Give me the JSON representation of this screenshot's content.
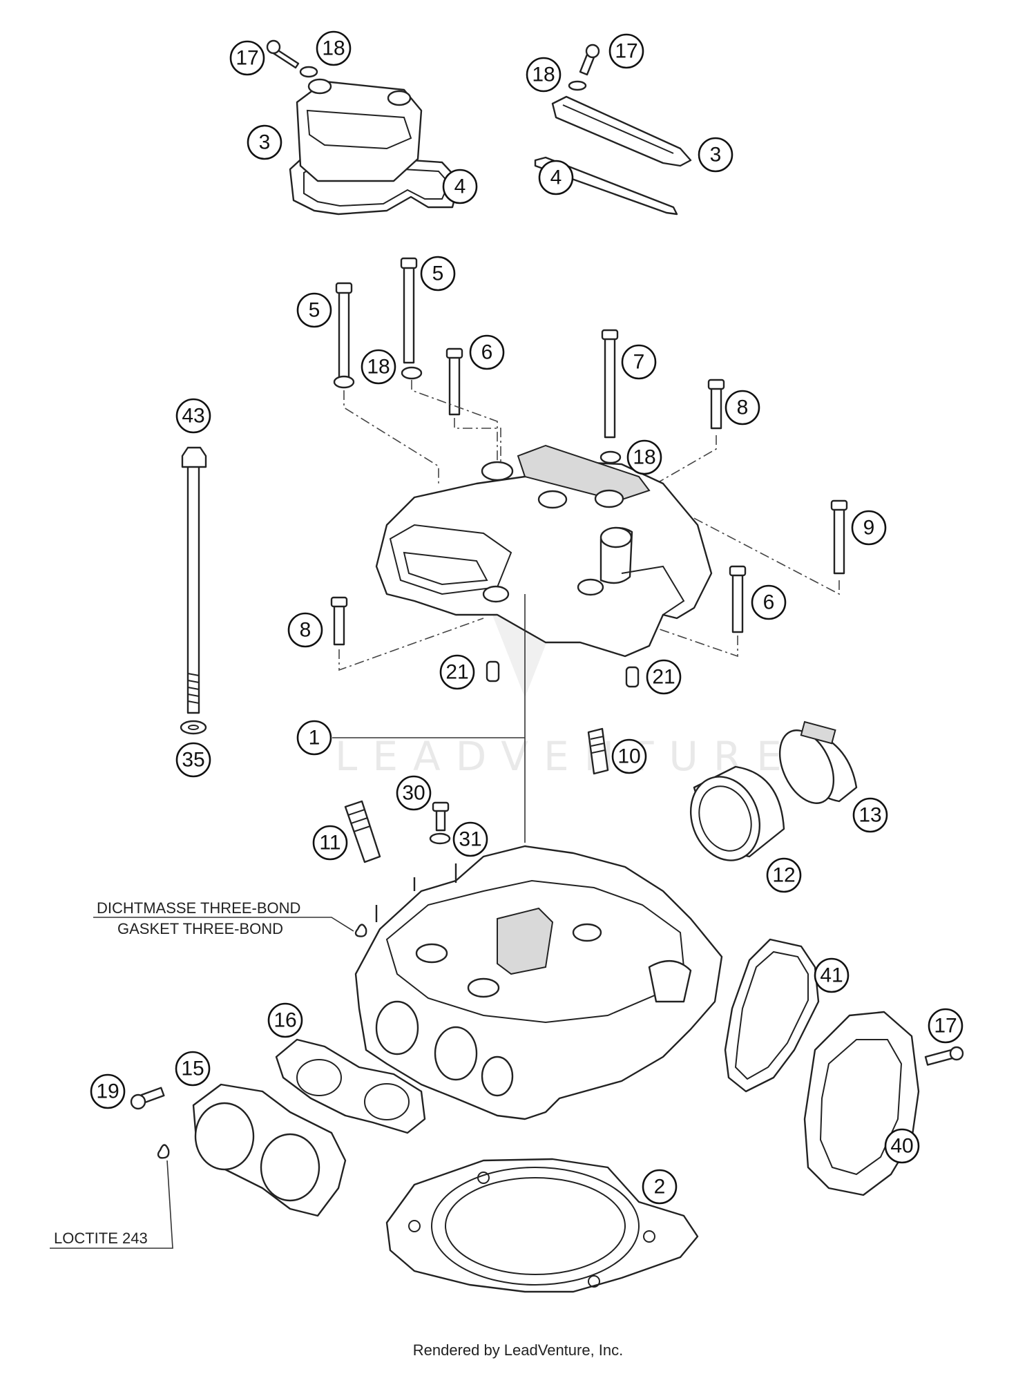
{
  "watermark": {
    "text": "LEADVENTURE"
  },
  "notes": {
    "sealant_de": "DICHTMASSE THREE-BOND",
    "sealant_en": "GASKET THREE-BOND",
    "loctite": "LOCTITE 243"
  },
  "footer": {
    "text": "Rendered by LeadVenture, Inc."
  },
  "callouts": {
    "c17a": "17",
    "c18a": "18",
    "c3a": "3",
    "c4a": "4",
    "c17b": "17",
    "c18b": "18",
    "c3b": "3",
    "c4b": "4",
    "c5a": "5",
    "c5b": "5",
    "c18c": "18",
    "c6a": "6",
    "c7": "7",
    "c18d": "18",
    "c8a": "8",
    "c9": "9",
    "c43": "43",
    "c8b": "8",
    "c6b": "6",
    "c21a": "21",
    "c21b": "21",
    "c1": "1",
    "c10": "10",
    "c35": "35",
    "c30": "30",
    "c31": "31",
    "c11": "11",
    "c13": "13",
    "c12": "12",
    "c41": "41",
    "c16": "16",
    "c15": "15",
    "c17c": "17",
    "c19": "19",
    "c40": "40",
    "c2": "2"
  }
}
